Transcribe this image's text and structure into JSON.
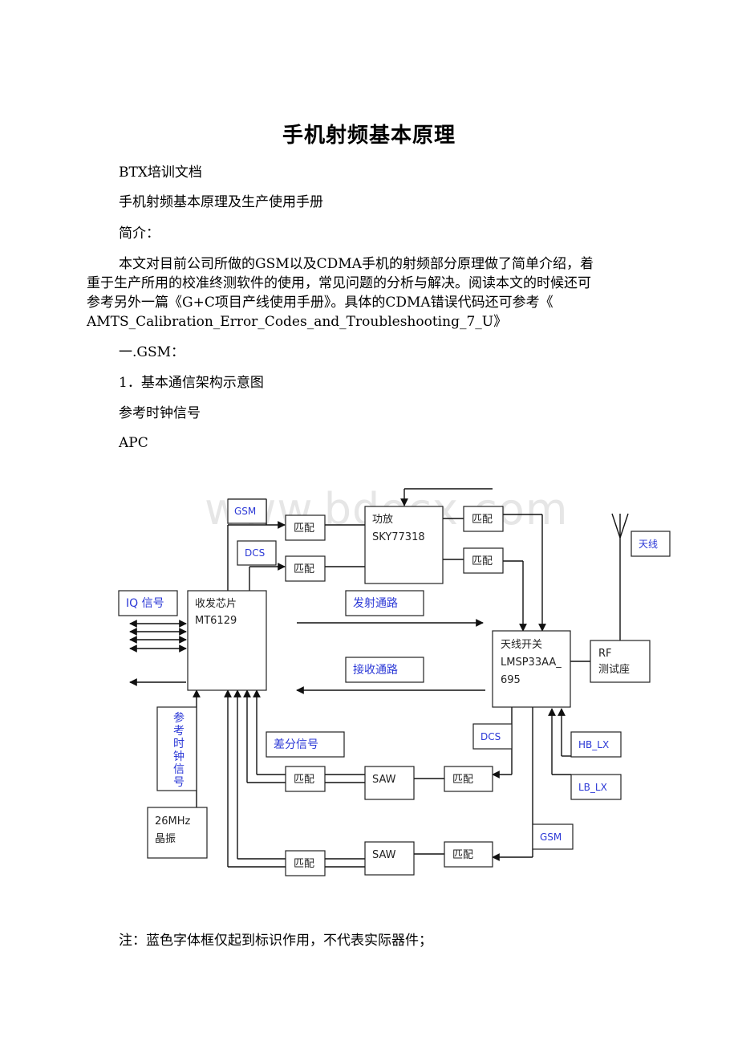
{
  "title": "手机射频基本原理",
  "paras": {
    "p1": "BTX培训文档",
    "p2": "手机射频基本原理及生产使用手册",
    "p3": "简介：",
    "intro": [
      "本文对目前公司所做的GSM以及CDMA手机的射频部分原理做了简单介绍，着",
      "重于生产所用的校准终测软件的使用，常见问题的分析与解决。阅读本文的时候还可",
      "参考另外一篇《G+C项目产线使用手册》。具体的CDMA错误代码还可参考《",
      "AMTS_Calibration_Error_Codes_and_Troubleshooting_7_U》"
    ],
    "p4": "一.GSM：",
    "p5": "1．基本通信架构示意图",
    "p6": "参考时钟信号",
    "p7": "APC"
  },
  "watermark": "www.bdocx.com",
  "diagram": {
    "pa": [
      "功放",
      "SKY77318"
    ],
    "transceiver": [
      "收发芯片",
      "MT6129"
    ],
    "switch": [
      "天线开关",
      "LMSP33AA_",
      "695"
    ],
    "rf": [
      "RF",
      "测试座"
    ],
    "xtal": [
      "26MHz",
      "晶振"
    ],
    "match": "匹配",
    "saw": "SAW",
    "labels": {
      "gsm": "GSM",
      "dcs": "DCS",
      "antenna": "天线",
      "iq": "IQ 信号",
      "tx": "发射通路",
      "rx": "接收通路",
      "diff": "差分信号",
      "refclk": [
        "参",
        "考",
        "时",
        "钟",
        "信",
        "号"
      ],
      "hb": "HB_LX",
      "lb": "LB_LX",
      "dcs2": "DCS",
      "gsm2": "GSM"
    },
    "colors": {
      "label_blue": "#2b38d6",
      "line": "#111111"
    }
  },
  "note": "注：蓝色字体框仅起到标识作用，不代表实际器件；"
}
